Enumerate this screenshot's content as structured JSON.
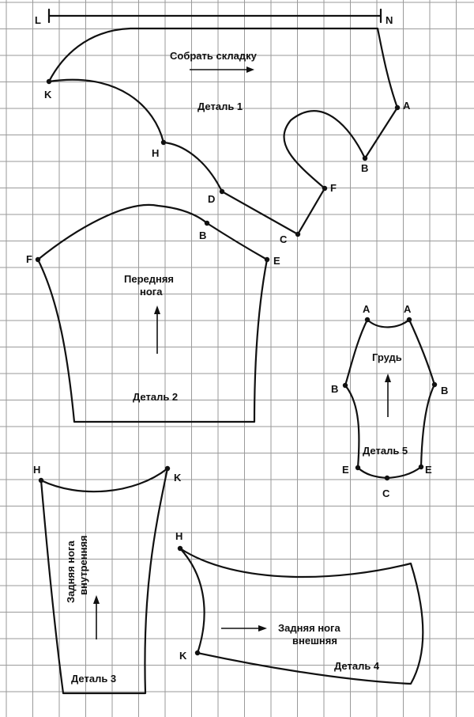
{
  "points": {
    "L": "L",
    "N": "N",
    "K": "K",
    "A": "A",
    "H": "H",
    "B": "B",
    "D": "D",
    "F": "F",
    "C": "C",
    "E": "E"
  },
  "detail1": {
    "caption": "Деталь 1",
    "fold_note": "Собрать складку"
  },
  "detail2": {
    "caption": "Деталь 2",
    "title_line1": "Передняя",
    "title_line2": "нога"
  },
  "detail3": {
    "caption": "Деталь 3",
    "title_line1": "Задняя нога",
    "title_line2": "внутренняя"
  },
  "detail4": {
    "caption": "Деталь 4",
    "title_line1": "Задняя нога",
    "title_line2": "внешняя"
  },
  "detail5": {
    "caption": "Деталь 5",
    "title": "Грудь"
  }
}
